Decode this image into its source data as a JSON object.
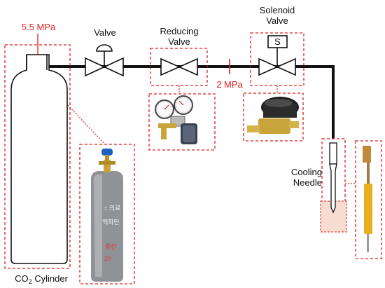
{
  "labels": {
    "pressure_cylinder": "5.5 MPa",
    "valve": "Valve",
    "reducing_valve_line1": "Reducing",
    "reducing_valve_line2": "Valve",
    "pressure_line": "2 MPa",
    "solenoid_valve_line1": "Solenoid",
    "solenoid_valve_line2": "Valve",
    "solenoid_symbol": "S",
    "cooling_needle_line1": "Cooling",
    "cooling_needle_line2": "Needle",
    "cylinder_prefix": "CO",
    "cylinder_subscript": "2",
    "cylinder_suffix": " Cylinder"
  },
  "colors": {
    "highlight_red": "#e01e1e",
    "pipe": "#111111",
    "cylinder_gray": "#8f9296",
    "needle_yellow": "#e8b020",
    "tissue_fill": "#f7dcd0"
  }
}
